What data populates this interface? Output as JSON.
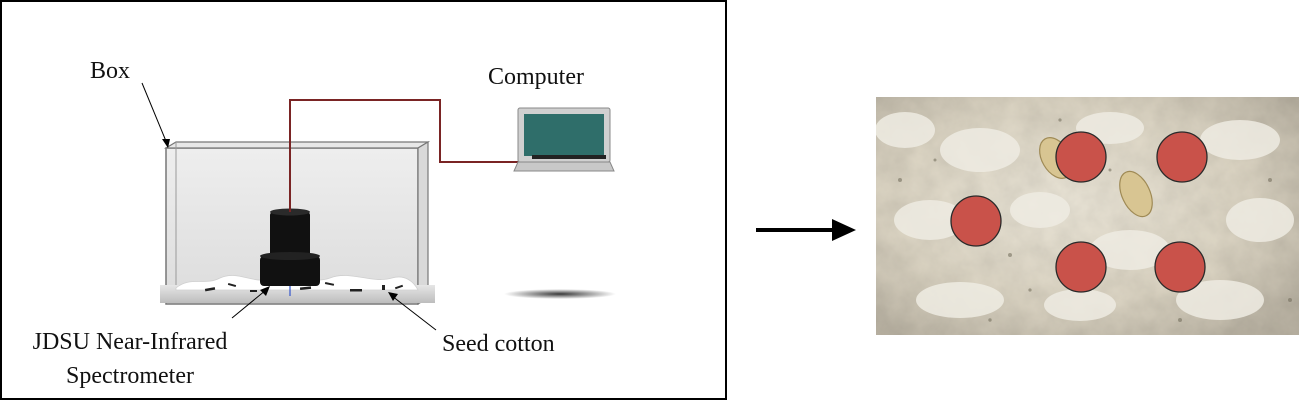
{
  "labels": {
    "box": "Box",
    "computer": "Computer",
    "spectrometer_line1": "JDSU Near-Infrared",
    "spectrometer_line2": "Spectrometer",
    "seed_cotton": "Seed cotton"
  },
  "colors": {
    "cable": "#7a2424",
    "spectrometer": "#111111",
    "screen": "#2f6e6a",
    "measurement_point": "#c9524a",
    "cotton_background": "#cfc8b6",
    "arrow": "#000000"
  },
  "measurement_points": {
    "count": 5
  }
}
